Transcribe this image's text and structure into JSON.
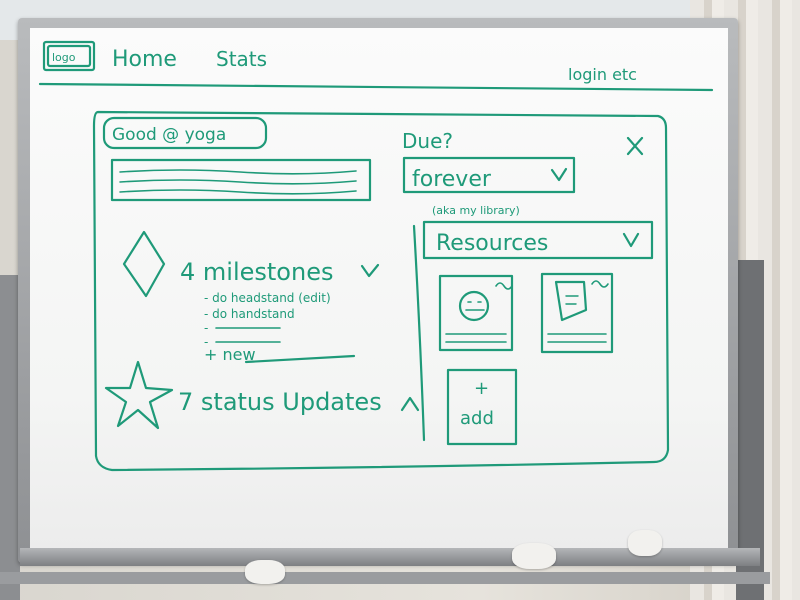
{
  "nav": {
    "logo": "logo",
    "home": "Home",
    "stats": "Stats",
    "login": "login etc"
  },
  "goal": {
    "title": "Good @ yoga",
    "milestones_label": "4 milestones",
    "milestone_items": [
      "- do headstand (edit)",
      "- do handstand",
      "-",
      "-"
    ],
    "new_label": "+ new",
    "status_updates_label": "7 status Updates"
  },
  "side": {
    "due_label": "Due?",
    "due_value": "forever",
    "library_note": "(aka my library)",
    "resources_label": "Resources",
    "add_label": "add",
    "close_symbol": "x"
  },
  "colors": {
    "marker": "#1f9a79",
    "board": "#f7f8f7",
    "frame": "#9fa1a3"
  }
}
